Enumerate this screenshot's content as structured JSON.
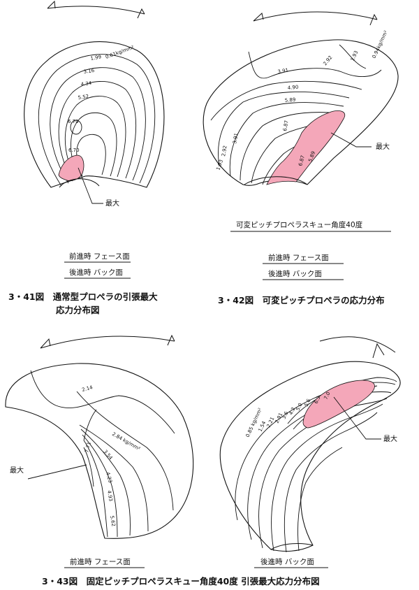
{
  "colors": {
    "max_region": "#f4a7b9",
    "ink": "#111111",
    "paper": "#ffffff"
  },
  "fig341": {
    "caption_line1": "3・41図　通常型プロペラの引張最大",
    "caption_line2": "応力分布図",
    "note_face": "前進時 フェース面",
    "note_back": "後進時 バック面",
    "max_label": "最大",
    "contours": [
      "0.61kg/mm²",
      "1.99",
      "3.16",
      "4.34",
      "5.52",
      "6.70",
      "6.70"
    ]
  },
  "fig342": {
    "caption": "3・42図　可変ピッチプロペラの応力分布",
    "condition": "可変ピッチプロペラスキュー角度40度",
    "note_face": "前進時 フェース面",
    "note_back": "後進時 バック面",
    "max_label": "最大",
    "contours": [
      "0.94kg/mm²",
      "1.93",
      "2.92",
      "3.91",
      "4.90",
      "5.89",
      "6.87",
      "6.87",
      "5.89",
      "3.91",
      "2.92",
      "1.93"
    ]
  },
  "fig343": {
    "caption": "3・43図　固定ピッチプロペラスキュー角度40度 引張最大応力分布図",
    "left": {
      "note": "前進時 フェース面",
      "max_label": "最大",
      "contours": [
        "2.14",
        "2.84 kg/mm²",
        "3.54",
        "4.23",
        "4.93",
        "5.62",
        "7.71"
      ]
    },
    "right": {
      "note": "後進時 バック面",
      "max_label": "最大",
      "contours": [
        "0.85 kg/mm²",
        "1.54",
        "2.21",
        "2.91",
        "3.6",
        "4.2",
        "5.0",
        "5.6",
        "6.3",
        "7.0"
      ]
    }
  }
}
